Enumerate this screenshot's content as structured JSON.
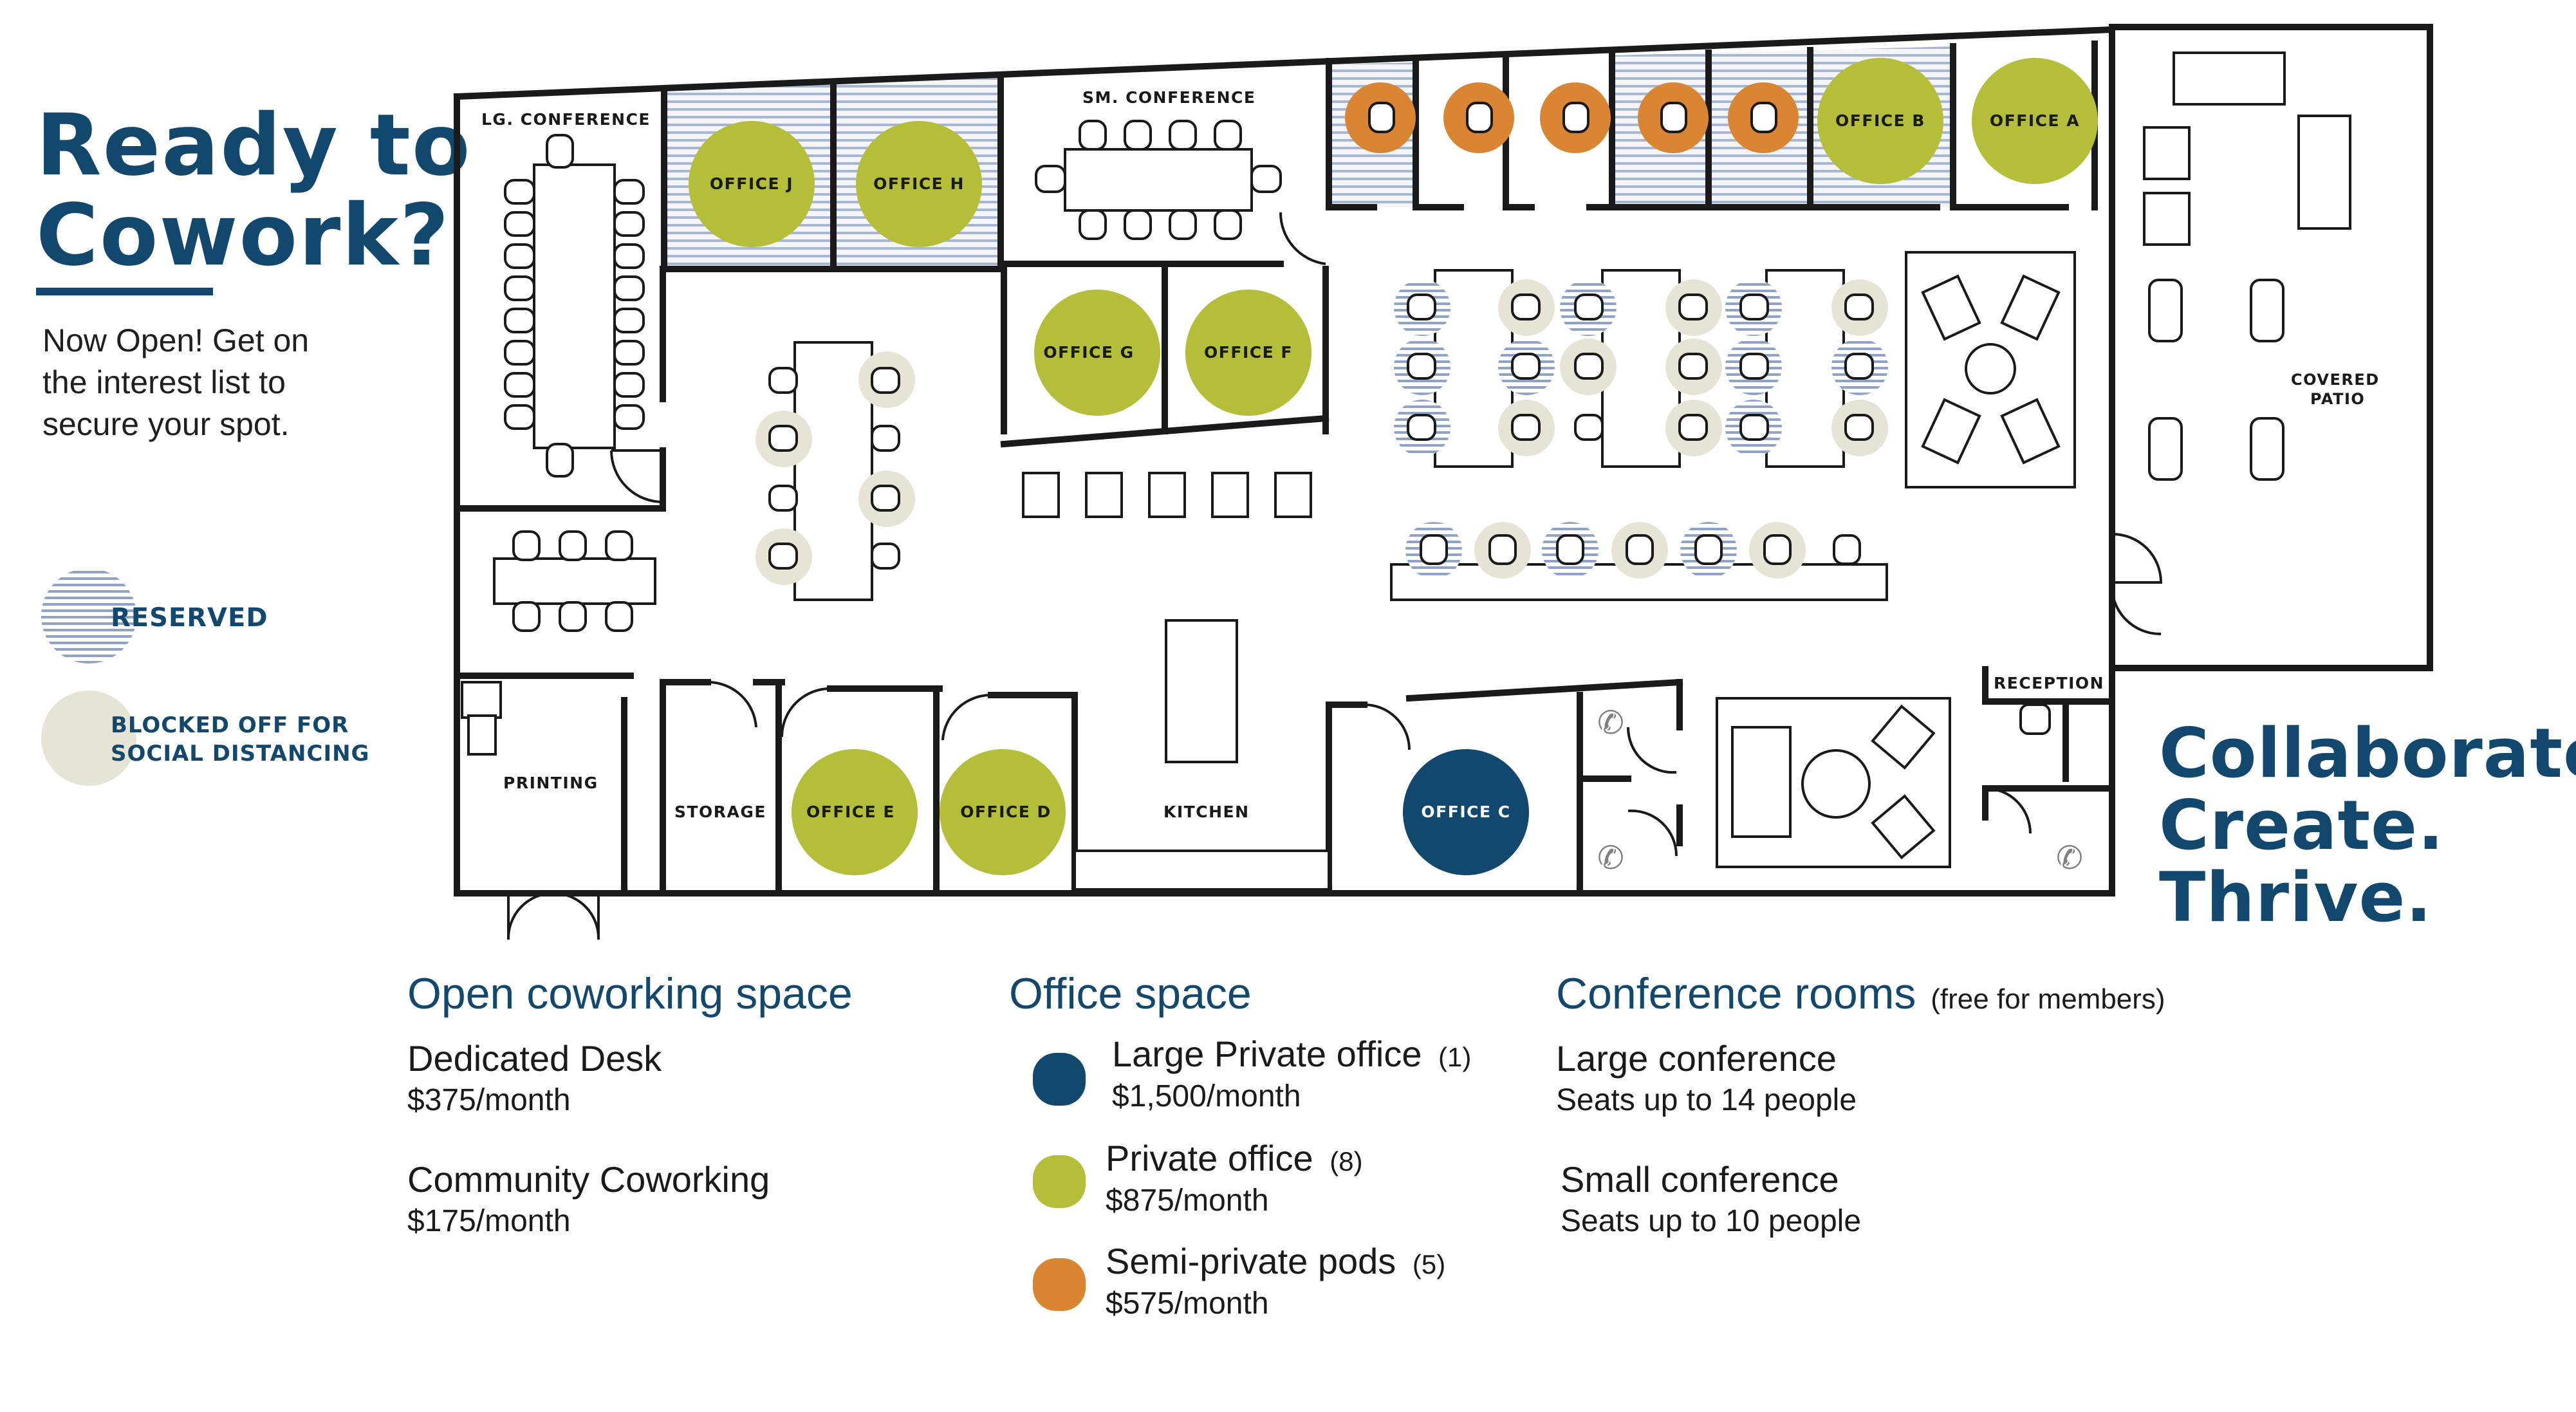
{
  "headline": {
    "line1": "Ready to",
    "line2": "Cowork?"
  },
  "intro": {
    "line1": "Now Open! Get on",
    "line2": "the interest list to",
    "line3": "secure your spot."
  },
  "legend": {
    "reserved": "RESERVED",
    "blocked_line1": "BLOCKED OFF FOR",
    "blocked_line2": "SOCIAL DISTANCING"
  },
  "tagline": {
    "line1": "Collaborate.",
    "line2": "Create.",
    "line3": "Thrive."
  },
  "colors": {
    "navy": "#12476e",
    "green": "#b4be38",
    "orange": "#d98531",
    "beige": "#e6e4d4",
    "stripe": "#8fa3c7",
    "wall": "#1a1a1a"
  },
  "rooms": {
    "lg_conference": "LG. CONFERENCE",
    "sm_conference": "SM. CONFERENCE",
    "office_a": "OFFICE A",
    "office_b": "OFFICE B",
    "office_c": "OFFICE C",
    "office_d": "OFFICE D",
    "office_e": "OFFICE E",
    "office_f": "OFFICE F",
    "office_g": "OFFICE G",
    "office_h": "OFFICE H",
    "office_j": "OFFICE J",
    "printing": "PRINTING",
    "storage": "STORAGE",
    "kitchen": "KITCHEN",
    "reception": "RECEPTION",
    "patio_line1": "COVERED",
    "patio_line2": "PATIO"
  },
  "pricing": {
    "open": {
      "title": "Open coworking space",
      "items": [
        {
          "name": "Dedicated Desk",
          "price": "$375/month"
        },
        {
          "name": "Community Coworking",
          "price": "$175/month"
        }
      ]
    },
    "office": {
      "title": "Office space",
      "items": [
        {
          "name": "Large Private office",
          "count": "(1)",
          "price": "$1,500/month",
          "color_key": "navy"
        },
        {
          "name": "Private office",
          "count": "(8)",
          "price": "$875/month",
          "color_key": "green"
        },
        {
          "name": "Semi-private pods",
          "count": "(5)",
          "price": "$575/month",
          "color_key": "orange"
        }
      ]
    },
    "conference": {
      "title": "Conference rooms",
      "note": "(free for members)",
      "items": [
        {
          "name": "Large conference",
          "detail": "Seats up to 14 people"
        },
        {
          "name": "Small conference",
          "detail": "Seats up to 10 people"
        }
      ]
    }
  }
}
